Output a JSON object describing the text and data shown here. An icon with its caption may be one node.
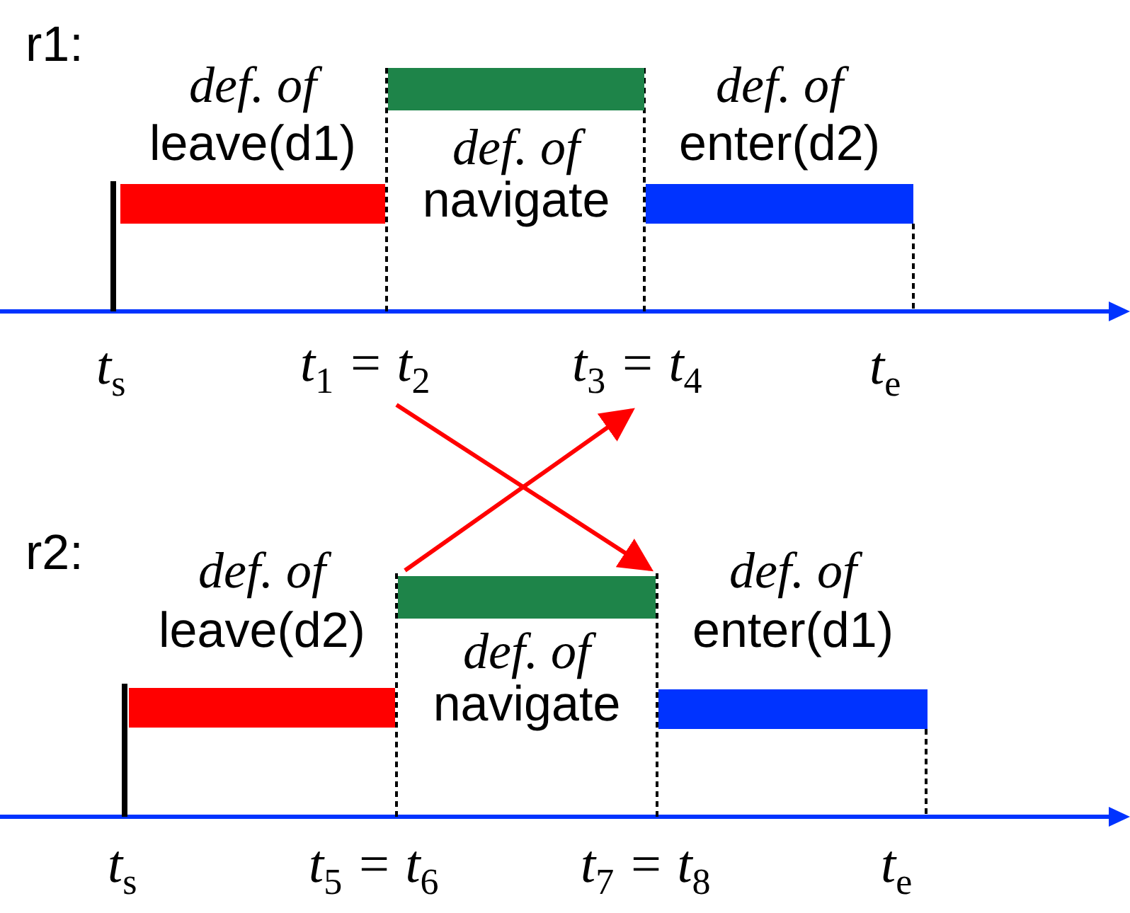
{
  "diagram": {
    "nodes": [
      {
        "text": [
          "def. of",
          "leave(d1)"
        ]
      },
      {
        "text": [
          "def. of",
          "navigate"
        ]
      },
      {
        "text": [
          "def. of",
          "enter(d2)"
        ]
      },
      {
        "text": [
          "t$_{1}$ = t$_{2}$"
        ]
      },
      {
        "text": [
          "t$_{3}$ = t$_{4}$"
        ]
      },
      {
        "text": [
          "def. of",
          "leave(d2)"
        ]
      },
      {
        "text": [
          "def. of",
          "navigate"
        ]
      },
      {
        "text": [
          "def. of",
          "enter(d1)"
        ]
      }
    ],
    "edges": [
      {
        "from": 3,
        "to": 6,
        "arrow": "to"
      },
      {
        "from": 6,
        "to": 4,
        "arrow": "to"
      }
    ],
    "labels": [
      "r1:",
      "t$_{s}$",
      "t$_{e}$",
      "r2:",
      "t$_{s}$",
      "t$_{5}$ = t$_{6}$",
      "t$_{7}$ = t$_{8}$",
      "t$_{e}$"
    ]
  }
}
